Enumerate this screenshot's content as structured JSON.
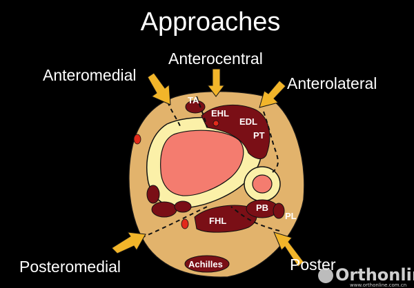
{
  "title": "Approaches",
  "approaches": {
    "anteromedial": "Anteromedial",
    "anterocentral": "Anterocentral",
    "anterolateral": "Anterolateral",
    "posteromedial": "Posteromedial",
    "posterolateral_visible": "Poster"
  },
  "structures": {
    "ta": "TA",
    "ehl": "EHL",
    "edl": "EDL",
    "pt": "PT",
    "pb": "PB",
    "pl": "PL",
    "fhl": "FHL",
    "achilles": "Achilles"
  },
  "watermark": {
    "brand": "Orthonline",
    "url": "www.orthonline.com.cn"
  },
  "colors": {
    "background": "#000000",
    "skin": "#e2b36c",
    "bone_cortex": "#fbf0a8",
    "marrow": "#f47c6f",
    "muscle": "#7a0f16",
    "arrow": "#f2b52a",
    "vessel": "#e22a1a"
  }
}
